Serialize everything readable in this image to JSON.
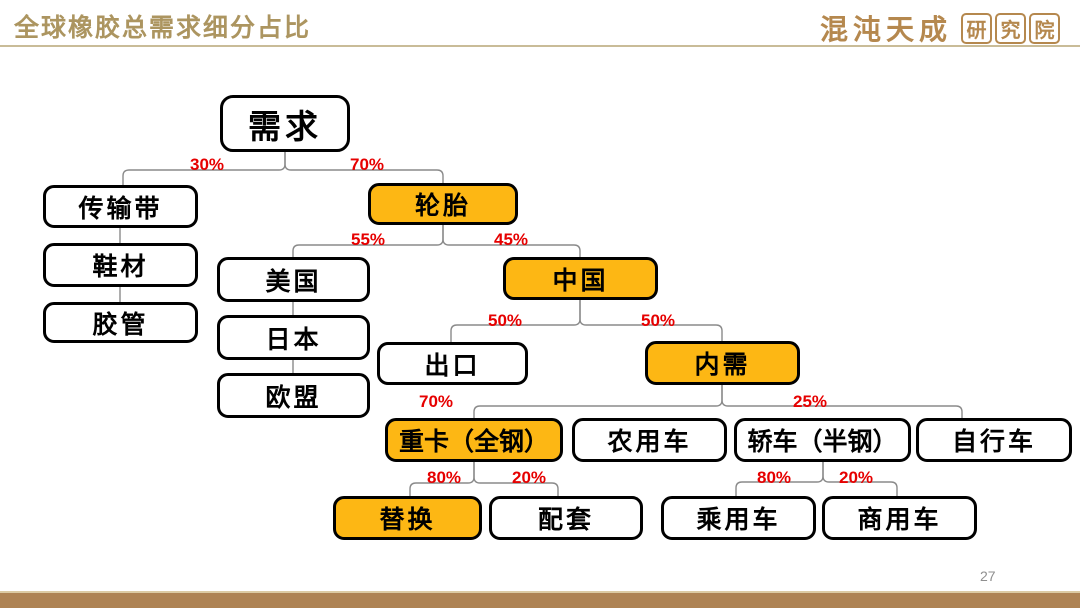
{
  "header": {
    "title": "全球橡胶总需求细分占比",
    "logo_primary": "混沌天成",
    "logo_boxed": [
      "研",
      "究",
      "院"
    ]
  },
  "footer": {
    "page_number": "27"
  },
  "colors": {
    "highlight_orange": "#FDB714",
    "percent_red": "#E60000",
    "title_gold": "#AC9560",
    "footer_tan": "#AE8354",
    "connector_gray": "#8A8A8A"
  },
  "diagram": {
    "type": "tree",
    "nodes": [
      {
        "id": "demand",
        "label": "需求",
        "highlight": false
      },
      {
        "id": "conveyor-belt",
        "label": "传输带",
        "highlight": false
      },
      {
        "id": "shoe-material",
        "label": "鞋材",
        "highlight": false
      },
      {
        "id": "rubber-hose",
        "label": "胶管",
        "highlight": false
      },
      {
        "id": "tire",
        "label": "轮胎",
        "highlight": true
      },
      {
        "id": "usa",
        "label": "美国",
        "highlight": false
      },
      {
        "id": "japan",
        "label": "日本",
        "highlight": false
      },
      {
        "id": "eu",
        "label": "欧盟",
        "highlight": false
      },
      {
        "id": "china",
        "label": "中国",
        "highlight": true
      },
      {
        "id": "export",
        "label": "出口",
        "highlight": false
      },
      {
        "id": "domestic-demand",
        "label": "内需",
        "highlight": true
      },
      {
        "id": "heavy-truck-all-steel",
        "label": "重卡（全钢）",
        "highlight": true
      },
      {
        "id": "agricultural-vehicle",
        "label": "农用车",
        "highlight": false
      },
      {
        "id": "sedan-semi-steel",
        "label": "轿车（半钢）",
        "highlight": false
      },
      {
        "id": "bicycle",
        "label": "自行车",
        "highlight": false
      },
      {
        "id": "replacement",
        "label": "替换",
        "highlight": true
      },
      {
        "id": "oem-supporting",
        "label": "配套",
        "highlight": false
      },
      {
        "id": "passenger-car",
        "label": "乘用车",
        "highlight": false
      },
      {
        "id": "commercial-vehicle",
        "label": "商用车",
        "highlight": false
      }
    ],
    "edges": [
      {
        "from": "需求",
        "to": "传输带",
        "percent": "30%"
      },
      {
        "from": "需求",
        "to": "轮胎",
        "percent": "70%"
      },
      {
        "from": "传输带",
        "to": "鞋材",
        "percent": ""
      },
      {
        "from": "鞋材",
        "to": "胶管",
        "percent": ""
      },
      {
        "from": "轮胎",
        "to": "美国",
        "percent": "55%"
      },
      {
        "from": "轮胎",
        "to": "中国",
        "percent": "45%"
      },
      {
        "from": "美国",
        "to": "日本",
        "percent": ""
      },
      {
        "from": "日本",
        "to": "欧盟",
        "percent": ""
      },
      {
        "from": "中国",
        "to": "出口",
        "percent": "50%"
      },
      {
        "from": "中国",
        "to": "内需",
        "percent": "50%"
      },
      {
        "from": "内需",
        "to": "重卡（全钢）",
        "percent": "70%"
      },
      {
        "from": "内需",
        "to": "农用车",
        "percent": ""
      },
      {
        "from": "内需",
        "to": "轿车（半钢）",
        "percent": "25%"
      },
      {
        "from": "内需",
        "to": "自行车",
        "percent": ""
      },
      {
        "from": "重卡（全钢）",
        "to": "替换",
        "percent": "80%"
      },
      {
        "from": "重卡（全钢）",
        "to": "配套",
        "percent": "20%"
      },
      {
        "from": "轿车（半钢）",
        "to": "乘用车",
        "percent": "80%"
      },
      {
        "from": "轿车（半钢）",
        "to": "商用车",
        "percent": "20%"
      }
    ]
  }
}
